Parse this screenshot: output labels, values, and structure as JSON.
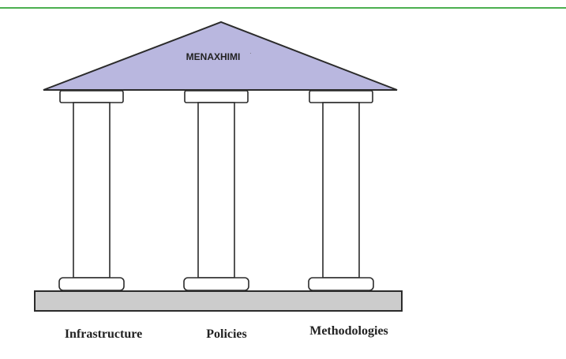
{
  "diagram": {
    "roof_title": "MENAXHIMI",
    "pillars": [
      {
        "label": "Infrastructure"
      },
      {
        "label": "Policies"
      },
      {
        "label": "Methodologies"
      }
    ]
  },
  "colors": {
    "roof_fill": "#b9b7df",
    "base_fill": "#cccccc",
    "outline": "#2b2b2b",
    "top_rule": "#4caf50"
  }
}
